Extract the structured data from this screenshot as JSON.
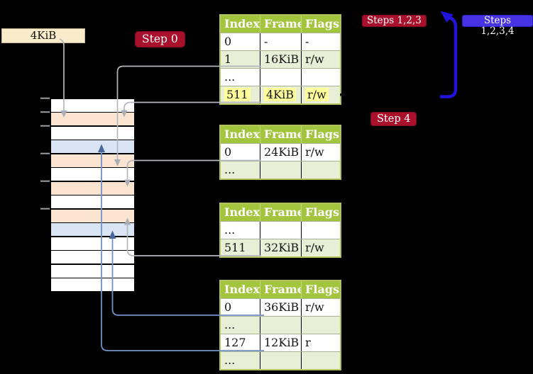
{
  "colors": {
    "background": "#000000",
    "table_header_green": "#a3c53e",
    "table_row_green": "#e9eed7",
    "table_border_olive": "#b2c25f",
    "highlight_yellow": "#ffff9c",
    "badge_red": "#a8102c",
    "badge_blue": "#4633e3",
    "thick_arrow_blue": "#2113dc",
    "thin_arrow_blue": "#7191c7",
    "arrow_gray": "#b4b7bd",
    "frame_free_white": "#ffffff",
    "frame_pagetable_peach": "#fce5d0",
    "frame_data_blue": "#d9e4f4",
    "label_cream": "#faecca"
  },
  "labels": {
    "page_size": "4KiB",
    "step0": "Step 0",
    "steps_123": "Steps 1,2,3",
    "steps_1234": "Steps 1,2,3,4",
    "step4": "Step 4"
  },
  "tables": [
    {
      "name": "page-table-top",
      "headers": [
        "Index",
        "Frame",
        "Flags"
      ],
      "rows": [
        {
          "cells": [
            "0",
            "-",
            "-"
          ]
        },
        {
          "cells": [
            "1",
            "16KiB",
            "r/w"
          ]
        },
        {
          "cells": [
            "...",
            "",
            ""
          ]
        },
        {
          "cells": [
            "511",
            "4KiB",
            "r/w"
          ],
          "highlight": true
        }
      ]
    },
    {
      "name": "page-table-mid-a",
      "headers": [
        "Index",
        "Frame",
        "Flags"
      ],
      "rows": [
        {
          "cells": [
            "0",
            "24KiB",
            "r/w"
          ]
        },
        {
          "cells": [
            "...",
            "",
            ""
          ]
        }
      ]
    },
    {
      "name": "page-table-mid-b",
      "headers": [
        "Index",
        "Frame",
        "Flags"
      ],
      "rows": [
        {
          "cells": [
            "...",
            "",
            ""
          ]
        },
        {
          "cells": [
            "511",
            "32KiB",
            "r/w"
          ]
        }
      ]
    },
    {
      "name": "page-table-leaf",
      "headers": [
        "Index",
        "Frame",
        "Flags"
      ],
      "rows": [
        {
          "cells": [
            "0",
            "36KiB",
            "r/w"
          ]
        },
        {
          "cells": [
            "...",
            "",
            ""
          ]
        },
        {
          "cells": [
            "127",
            "12KiB",
            "r"
          ]
        },
        {
          "cells": [
            "...",
            "",
            ""
          ]
        }
      ]
    }
  ],
  "memory": {
    "rows": [
      "free",
      "page-table",
      "free",
      "data",
      "page-table",
      "free",
      "page-table",
      "free",
      "page-table",
      "data",
      "free",
      "free",
      "free",
      "free"
    ]
  },
  "connections": [
    {
      "from": "page-size-label",
      "to": "frame-1",
      "style": "gray"
    },
    {
      "from": "table-top-row-index-1",
      "to": "frame-4",
      "style": "gray"
    },
    {
      "from": "table-top-row-index-511",
      "to": "frame-1",
      "style": "gray"
    },
    {
      "from": "table-mid-a-row-index-0",
      "to": "frame-6",
      "style": "gray"
    },
    {
      "from": "table-mid-b-row-index-511",
      "to": "frame-8",
      "style": "gray"
    },
    {
      "from": "table-leaf-row-index-0",
      "to": "frame-9",
      "style": "blue"
    },
    {
      "from": "table-leaf-row-index-127",
      "to": "frame-3",
      "style": "blue"
    },
    {
      "from": "table-top-row-index-511",
      "to": "steps-123-badge",
      "style": "thick-blue"
    }
  ]
}
